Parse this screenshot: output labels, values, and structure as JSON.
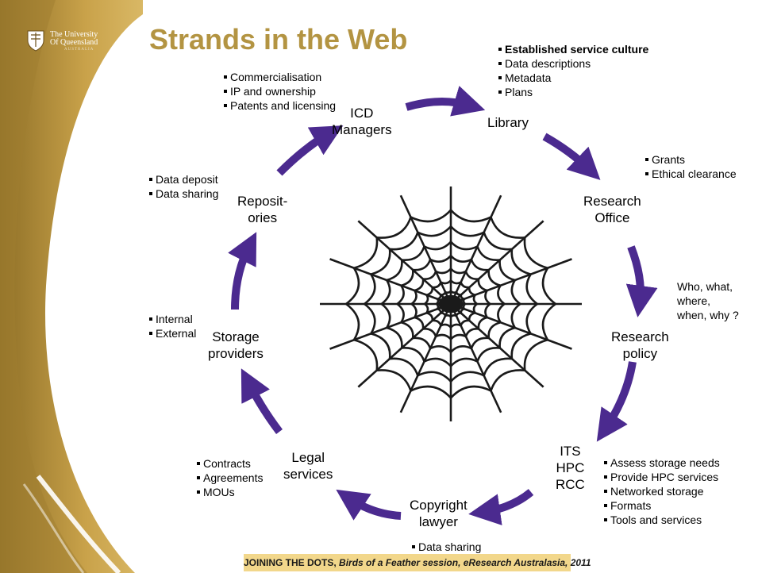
{
  "slide": {
    "title": "Strands in the Web",
    "logo": {
      "line1": "The University",
      "line2": "Of Queensland",
      "line3": "AUSTRALIA",
      "crest_icon": "uq-crest-icon"
    },
    "nodes": {
      "icd": "ICD\nManagers",
      "library": "Library",
      "research_office": "Research\nOffice",
      "research_policy": "Research\npolicy",
      "its": "ITS\nHPC\nRCC",
      "copyright": "Copyright\nlawyer",
      "legal": "Legal\nservices",
      "storage": "Storage\nproviders",
      "repositories": "Reposit-\nories"
    },
    "notes": {
      "icd": [
        "Commercialisation",
        "IP and ownership",
        "Patents and licensing"
      ],
      "library_bold": "Established service culture",
      "library": [
        "Data descriptions",
        "Metadata",
        "Plans"
      ],
      "research_office": [
        "Grants",
        "Ethical clearance"
      ],
      "research_policy": "Who, what,\nwhere,\nwhen, why ?",
      "its": [
        "Assess storage needs",
        "Provide HPC services",
        "Networked storage",
        "Formats",
        "Tools and services"
      ],
      "copyright": [
        "Data sharing"
      ],
      "legal": [
        "Contracts",
        "Agreements",
        "MOUs"
      ],
      "storage": [
        "Internal",
        "External"
      ],
      "repositories": [
        "Data deposit",
        "Data sharing"
      ]
    },
    "footer": {
      "bold_part": "JOINING THE DOTS,",
      "italic_part": "Birds of a Feather session, eResearch Australasia, 2011"
    },
    "colors": {
      "title": "#b39442",
      "arrow": "#4b2a8f",
      "gold_band": "#c9a24a",
      "footer_bg": "#f2d78b"
    },
    "center_graphic": "spider-web-icon"
  }
}
